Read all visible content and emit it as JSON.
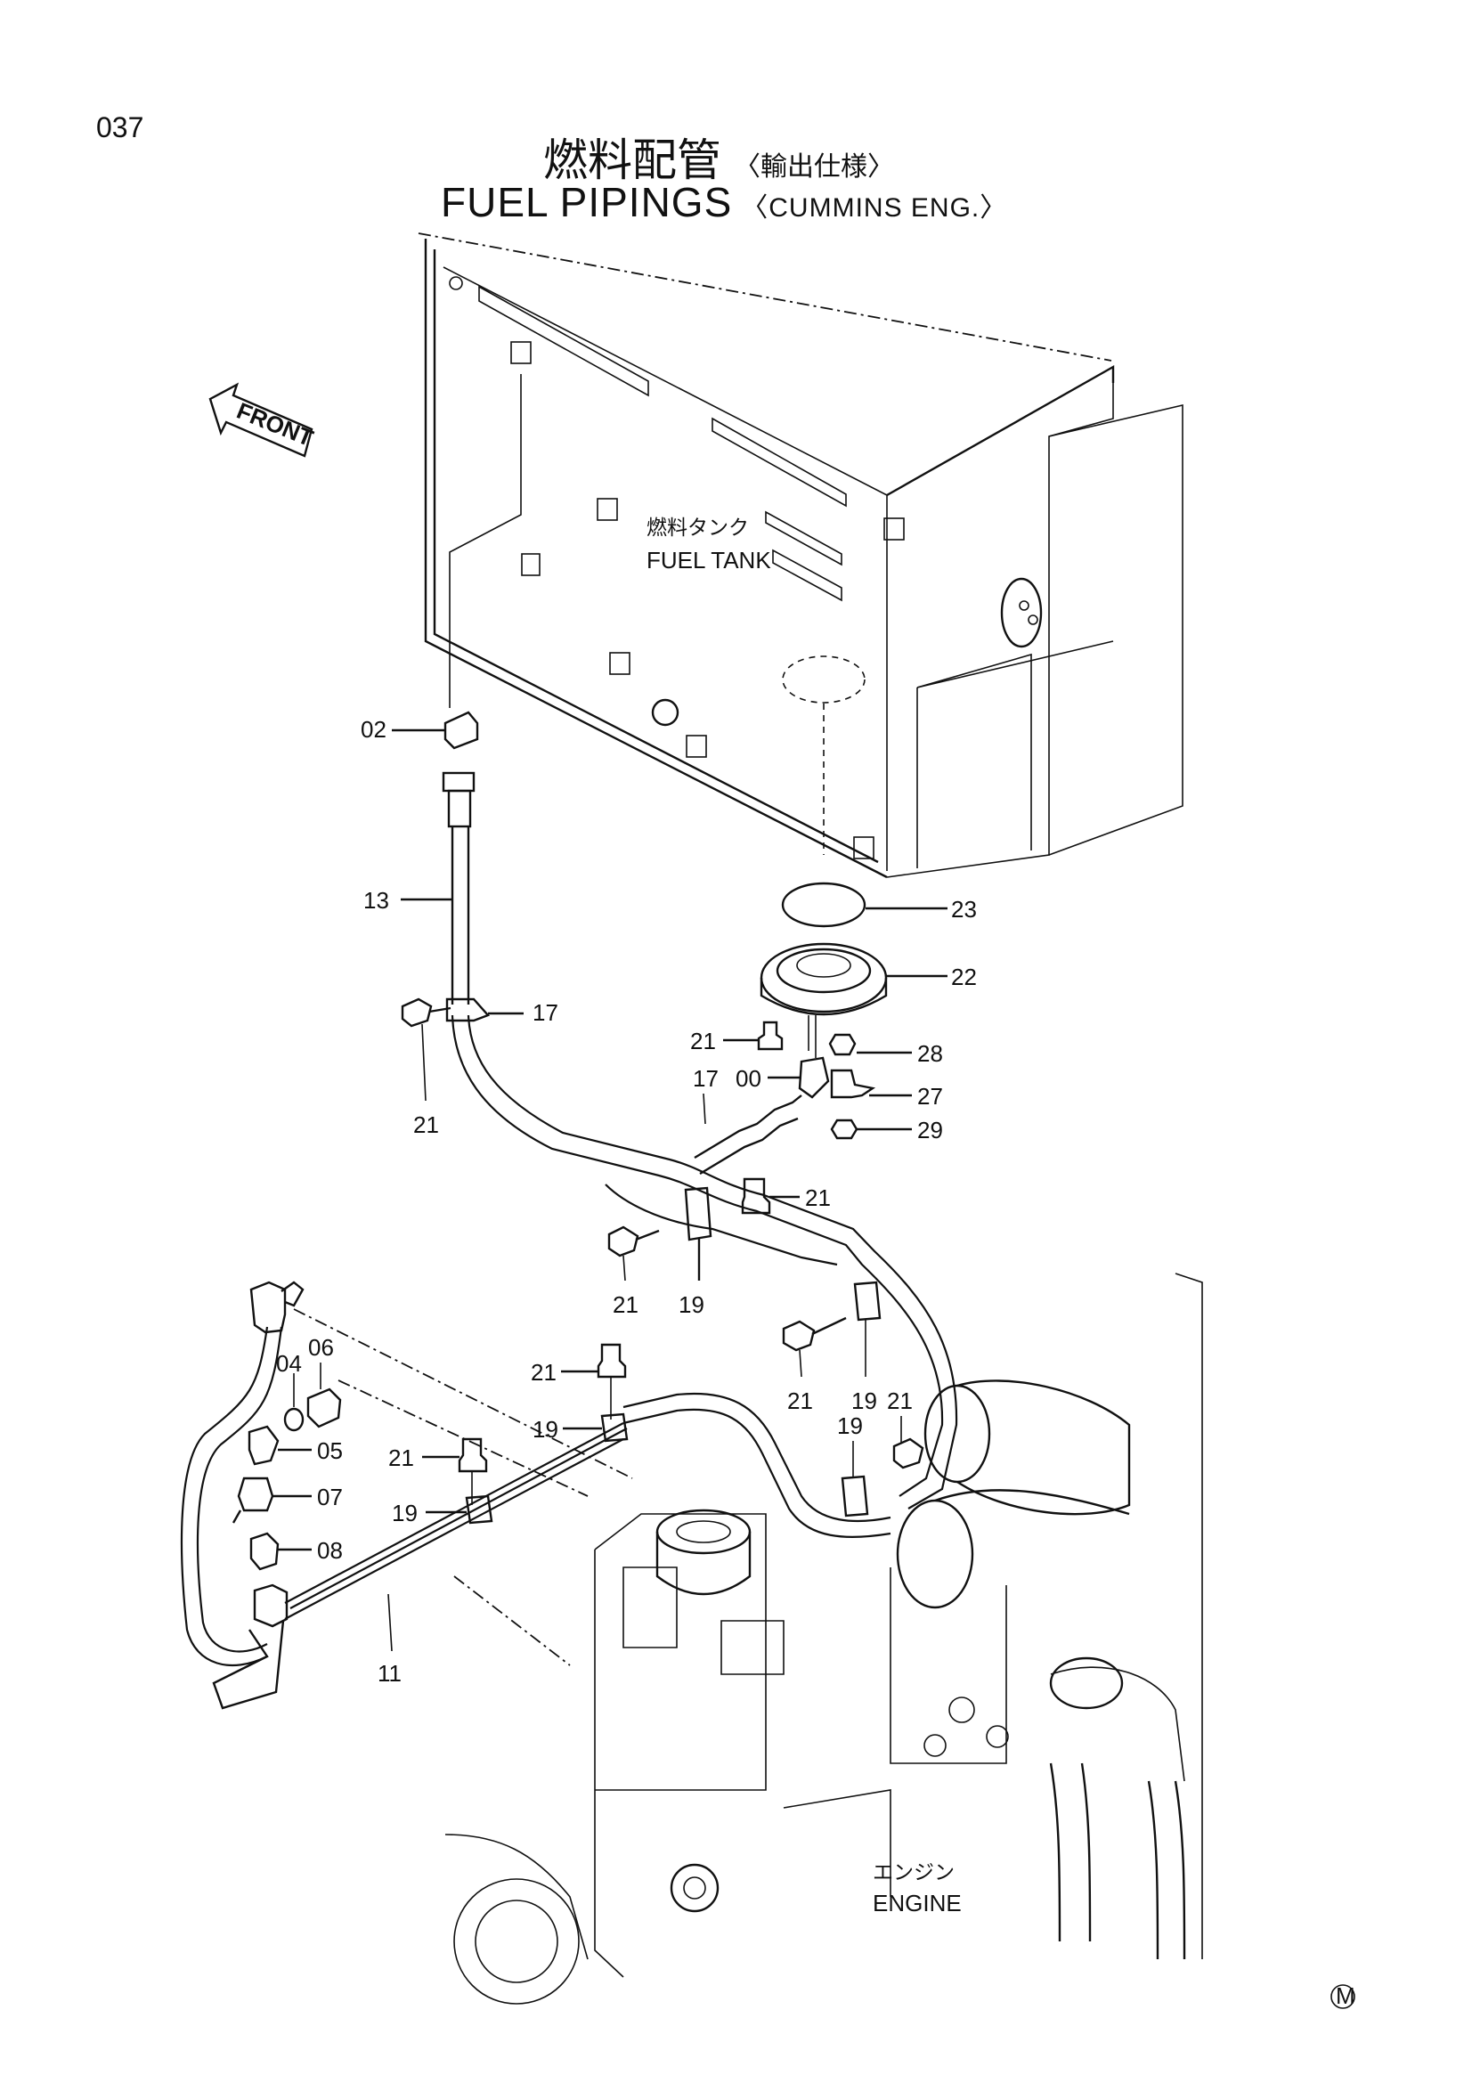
{
  "page_number": "037",
  "title": {
    "jp": "燃料配管",
    "jp_sub": "〈輸出仕様〉",
    "en": "FUEL PIPINGS",
    "en_sub": "〈CUMMINS ENG.〉"
  },
  "front_label": "FRONT",
  "fuel_tank": {
    "jp": "燃料タンク",
    "en": "FUEL TANK"
  },
  "engine": {
    "jp": "エンジン",
    "en": "ENGINE"
  },
  "callouts": {
    "c02": "02",
    "c13": "13",
    "c17a": "17",
    "c21a": "21",
    "c23": "23",
    "c22": "22",
    "c21b": "21",
    "c28": "28",
    "c17b": "17",
    "c00": "00",
    "c27": "27",
    "c29": "29",
    "c21c": "21",
    "c21d": "21",
    "c19a": "19",
    "c04": "04",
    "c06": "06",
    "c21e": "21",
    "c21f": "21",
    "c19b": "19",
    "c21g": "21",
    "c19c": "19",
    "c05": "05",
    "c21h": "21",
    "c19d": "19",
    "c07": "07",
    "c19e": "19",
    "c08": "08",
    "c11": "11"
  },
  "mark": "M"
}
